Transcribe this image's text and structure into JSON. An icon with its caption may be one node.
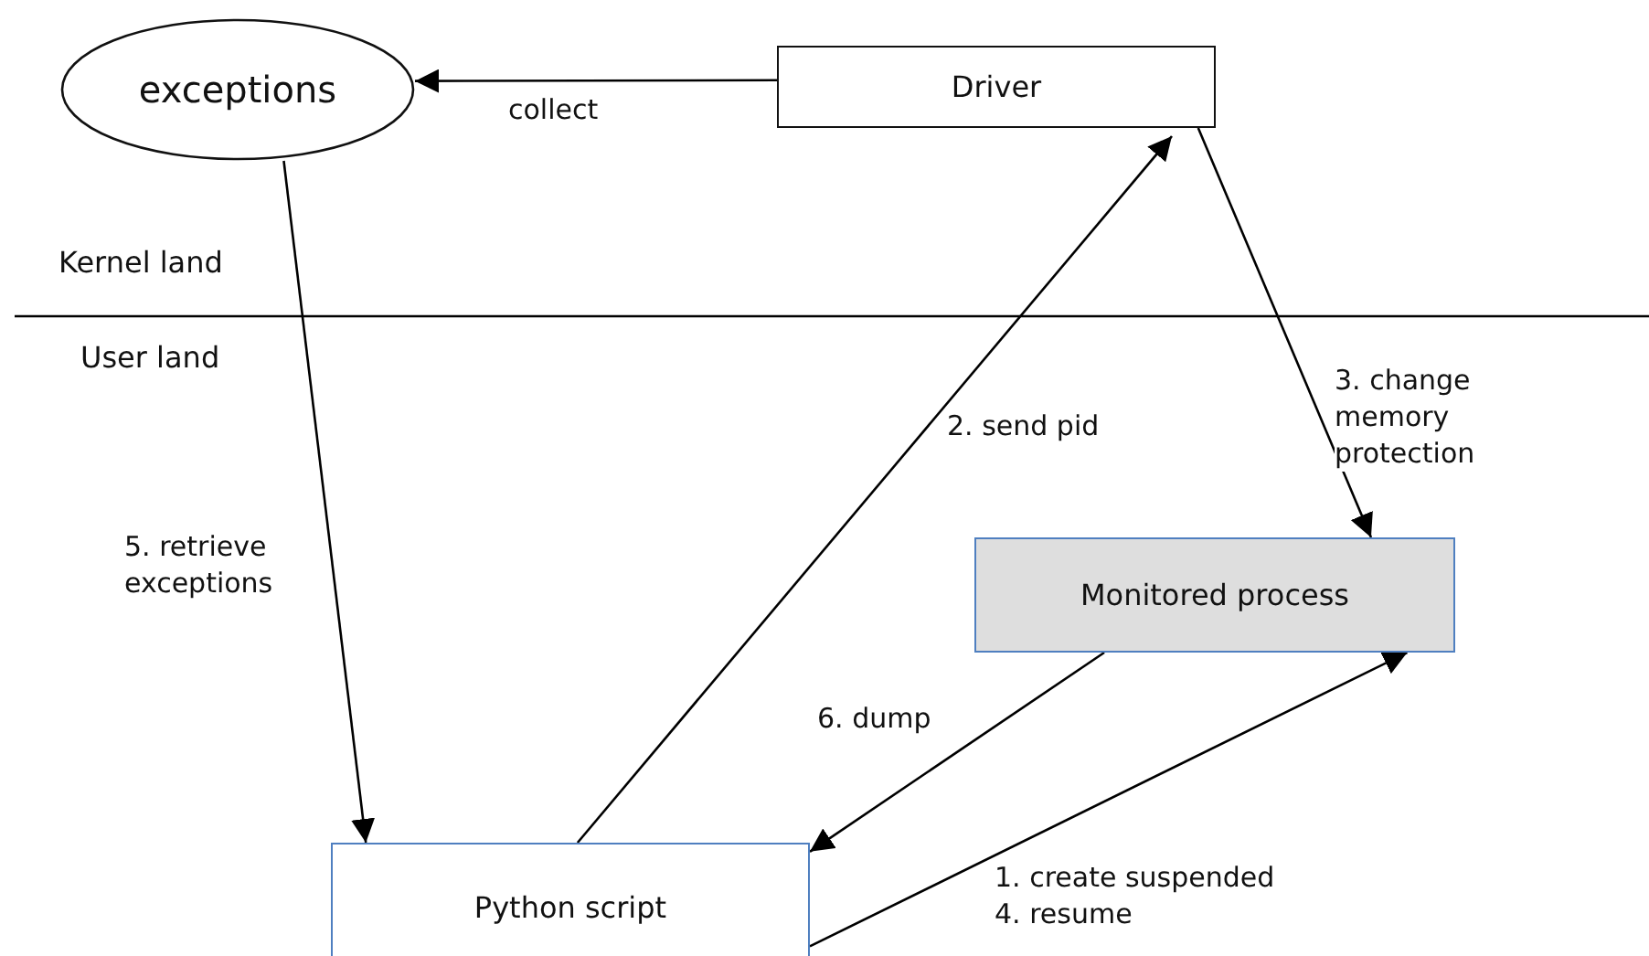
{
  "diagram": {
    "nodes": [
      {
        "text": [
          "exceptions"
        ]
      },
      {
        "text": [
          "Driver"
        ]
      },
      {
        "text": [
          "Monitored process"
        ]
      },
      {
        "text": [
          "Python script"
        ]
      }
    ],
    "edges": [
      {
        "from": 1,
        "to": 0,
        "arrow": "to",
        "label": "collect"
      },
      {
        "from": 3,
        "to": 1,
        "arrow": "to",
        "label": "2. send pid"
      },
      {
        "from": 1,
        "to": 2,
        "arrow": "to",
        "label": "3. change memory protection"
      },
      {
        "from": 2,
        "to": 3,
        "arrow": "to",
        "label": "6. dump"
      },
      {
        "from": 3,
        "to": 2,
        "arrow": "to",
        "label": "1. create suspended 4. resume"
      },
      {
        "from": 0,
        "to": 3,
        "arrow": "to",
        "label": "5. retrieve exceptions"
      }
    ],
    "labels": [
      "Kernel land",
      "User land"
    ]
  }
}
